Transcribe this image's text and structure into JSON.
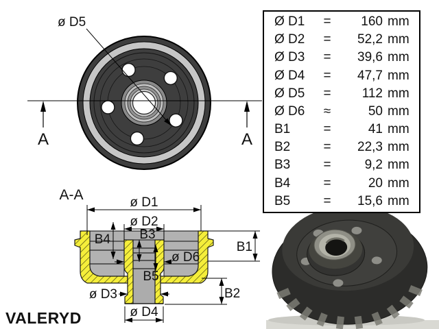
{
  "front_view": {
    "d5_label": "ø D5",
    "section_marker_left": "A",
    "section_marker_right": "A"
  },
  "section_view": {
    "title": "A-A",
    "labels": {
      "d1": "ø D1",
      "d2": "ø D2",
      "d3": "ø D3",
      "d4": "ø D4",
      "d6": "ø D6",
      "b1": "B1",
      "b2": "B2",
      "b3": "B3",
      "b4": "B4",
      "b5": "B5"
    }
  },
  "dimension_table": {
    "rows": [
      {
        "label": "Ø D1",
        "relation": "=",
        "value": "160",
        "unit": "mm"
      },
      {
        "label": "Ø D2",
        "relation": "=",
        "value": "52,2",
        "unit": "mm"
      },
      {
        "label": "Ø D3",
        "relation": "=",
        "value": "39,6",
        "unit": "mm"
      },
      {
        "label": "Ø D4",
        "relation": "=",
        "value": "47,7",
        "unit": "mm"
      },
      {
        "label": "Ø D5",
        "relation": "=",
        "value": "112",
        "unit": "mm"
      },
      {
        "label": "Ø D6",
        "relation": "≈",
        "value": "50",
        "unit": "mm"
      },
      {
        "label": "B1",
        "relation": "=",
        "value": "41",
        "unit": "mm"
      },
      {
        "label": "B2",
        "relation": "=",
        "value": "22,3",
        "unit": "mm"
      },
      {
        "label": "B3",
        "relation": "=",
        "value": "9,2",
        "unit": "mm"
      },
      {
        "label": "B4",
        "relation": "=",
        "value": "20",
        "unit": "mm"
      },
      {
        "label": "B5",
        "relation": "=",
        "value": "15,6",
        "unit": "mm"
      }
    ]
  },
  "branding": {
    "logo_text": "VALERYD",
    "logo_color": "#15539c"
  },
  "colors": {
    "section_cut_yellow": "#f5ee3a",
    "section_gray": "#b2b2b2",
    "drum_dark_gray": "#3e3e3e",
    "drum_light_ring": "#c6c6c6",
    "photo_floor_gray": "#d9d9d3"
  }
}
